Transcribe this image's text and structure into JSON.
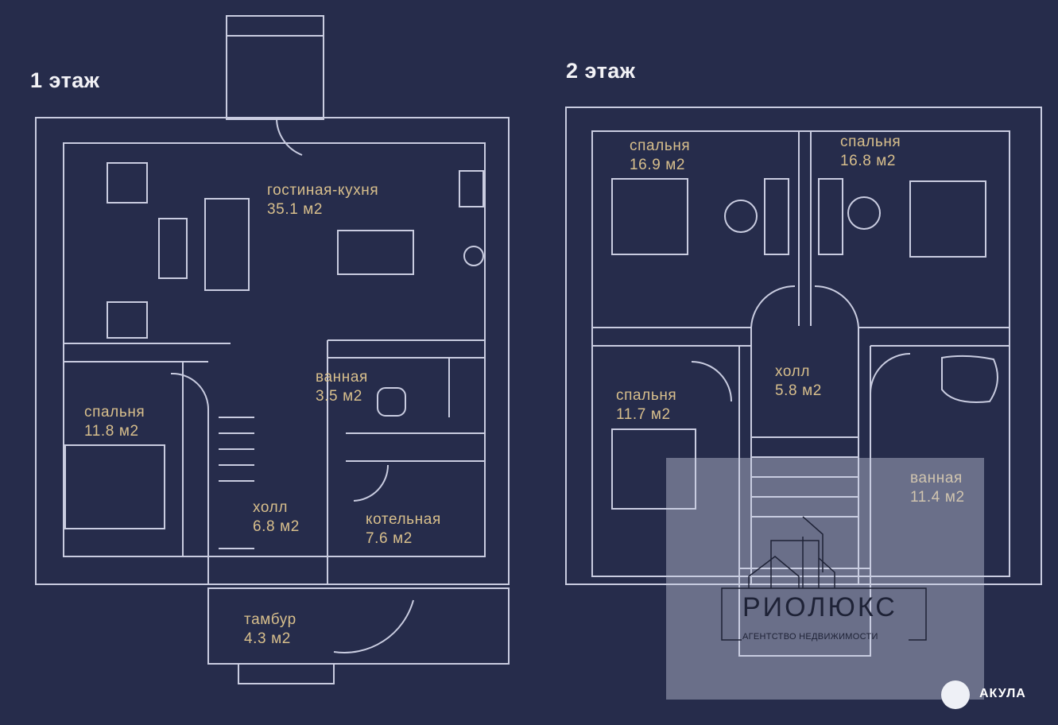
{
  "floors": [
    {
      "title": "1 этаж",
      "rooms": [
        {
          "name": "гостиная-кухня",
          "area": "35.1 м2"
        },
        {
          "name": "ванная",
          "area": "3.5 м2"
        },
        {
          "name": "спальня",
          "area": "11.8 м2"
        },
        {
          "name": "холл",
          "area": "6.8 м2"
        },
        {
          "name": "котельная",
          "area": "7.6 м2"
        },
        {
          "name": "тамбур",
          "area": "4.3 м2"
        }
      ]
    },
    {
      "title": "2 этаж",
      "rooms": [
        {
          "name": "спальня",
          "area": "16.9 м2"
        },
        {
          "name": "спальня",
          "area": "16.8 м2"
        },
        {
          "name": "холл",
          "area": "5.8 м2"
        },
        {
          "name": "спальня",
          "area": "11.7 м2"
        },
        {
          "name": "ванная",
          "area": "11.4 м2"
        }
      ]
    }
  ],
  "watermark": {
    "name": "РИОЛЮКС",
    "subtitle": "АГЕНТСТВО НЕДВИЖИМОСТИ"
  },
  "source_logo": "АКУЛА",
  "colors": {
    "background": "#262c4b",
    "lines": "#c9cce0",
    "labels": "#d8bf8c"
  }
}
